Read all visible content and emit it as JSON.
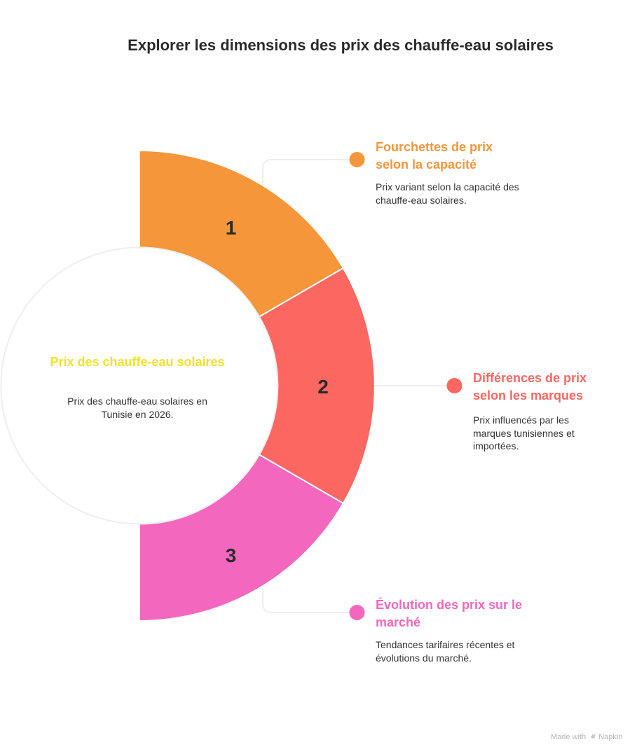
{
  "title": "Explorer les dimensions des prix des chauffe-eau solaires",
  "center": {
    "title": "Prix des chauffe-eau solaires",
    "description": "Prix des chauffe-eau solaires en Tunisie en 2026.",
    "title_color": "#f2e227"
  },
  "segments": [
    {
      "number": "1",
      "color": "#f6963a",
      "title": "Fourchettes de prix selon la capacité",
      "description": "Prix variant selon la capacité des chauffe-eau solaires."
    },
    {
      "number": "2",
      "color": "#fc6761",
      "title": "Différences de prix selon les marques",
      "description": "Prix influencés par les marques tunisiennes et importées."
    },
    {
      "number": "3",
      "color": "#f467be",
      "title": "Évolution des prix sur le marché",
      "description": "Tendances tarifaires récentes et évolutions du marché."
    }
  ],
  "footer": {
    "made_with": "Made with",
    "brand": "Napkin",
    "icon": "napkin-logo-icon"
  }
}
